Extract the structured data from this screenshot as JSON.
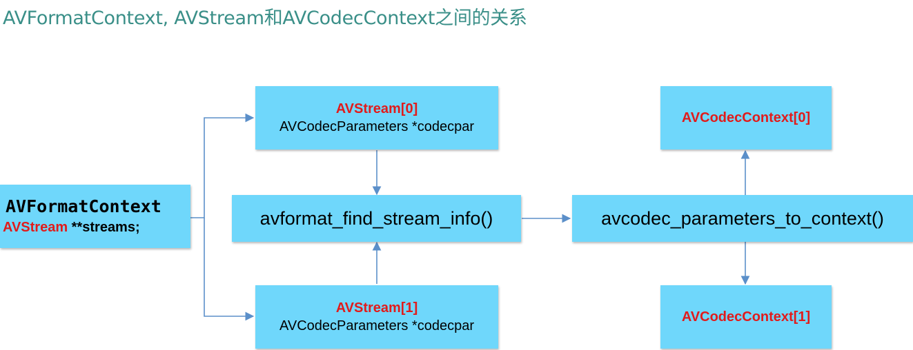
{
  "title": "AVFormatContext, AVStream和AVCodecContext之间的关系",
  "format_context": {
    "name": "AVFormatContext",
    "field_type": "AVStream",
    "field_rest": " **streams;"
  },
  "streams": [
    {
      "name": "AVStream[0]",
      "field": "AVCodecParameters *codecpar"
    },
    {
      "name": "AVStream[1]",
      "field": "AVCodecParameters *codecpar"
    }
  ],
  "functions": {
    "find_stream_info": "avformat_find_stream_info()",
    "parameters_to_context": "avcodec_parameters_to_context()"
  },
  "codec_contexts": [
    "AVCodecContext[0]",
    "AVCodecContext[1]"
  ],
  "colors": {
    "box_fill": "#6fd7fb",
    "highlight_text": "#e11b1b",
    "title_text": "#3a8f88",
    "arrow": "#5b8fc9"
  }
}
